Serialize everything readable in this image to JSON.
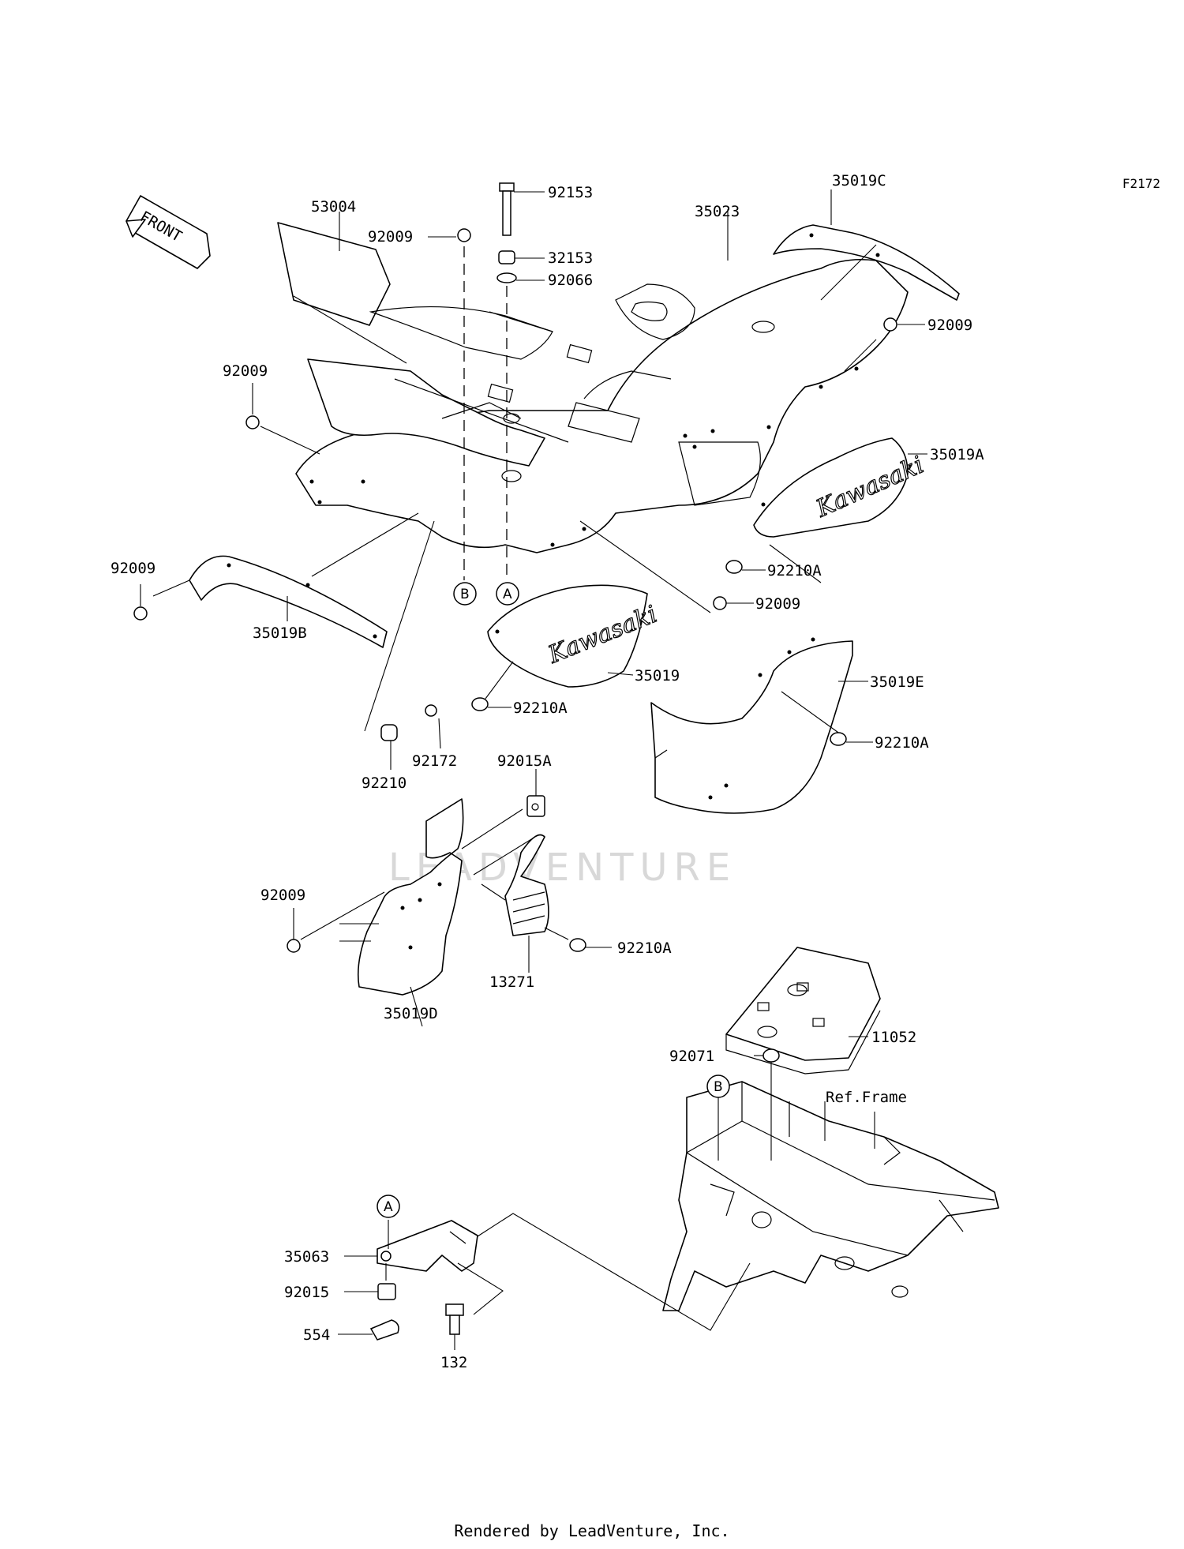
{
  "figure_code": "F2172",
  "front_label": "FRONT",
  "brand_text": "Kawasaki",
  "ref_frame": "Ref.Frame",
  "footer": "Rendered by LeadVenture, Inc.",
  "watermark": "LEADVENTURE",
  "callouts": {
    "a": "A",
    "b": "B"
  },
  "parts": {
    "p53004": "53004",
    "p92009_top": "92009",
    "p92153": "92153",
    "p32153": "32153",
    "p92066": "92066",
    "p35023": "35023",
    "p35019C": "35019C",
    "p92009_right": "92009",
    "p92009_left": "92009",
    "p35019A": "35019A",
    "p92210A_a": "92210A",
    "p92009_mid": "92009",
    "p92009_lower": "92009",
    "p35019B": "35019B",
    "p35019": "35019",
    "p35019E": "35019E",
    "p92210A_b": "92210A",
    "p92210A_c": "92210A",
    "p92172": "92172",
    "p92210": "92210",
    "p92015A": "92015A",
    "p92009_d": "92009",
    "p92210A_d": "92210A",
    "p13271": "13271",
    "p35019D": "35019D",
    "p11052": "11052",
    "p92071": "92071",
    "p35063": "35063",
    "p92015": "92015",
    "p554": "554",
    "p132": "132"
  }
}
